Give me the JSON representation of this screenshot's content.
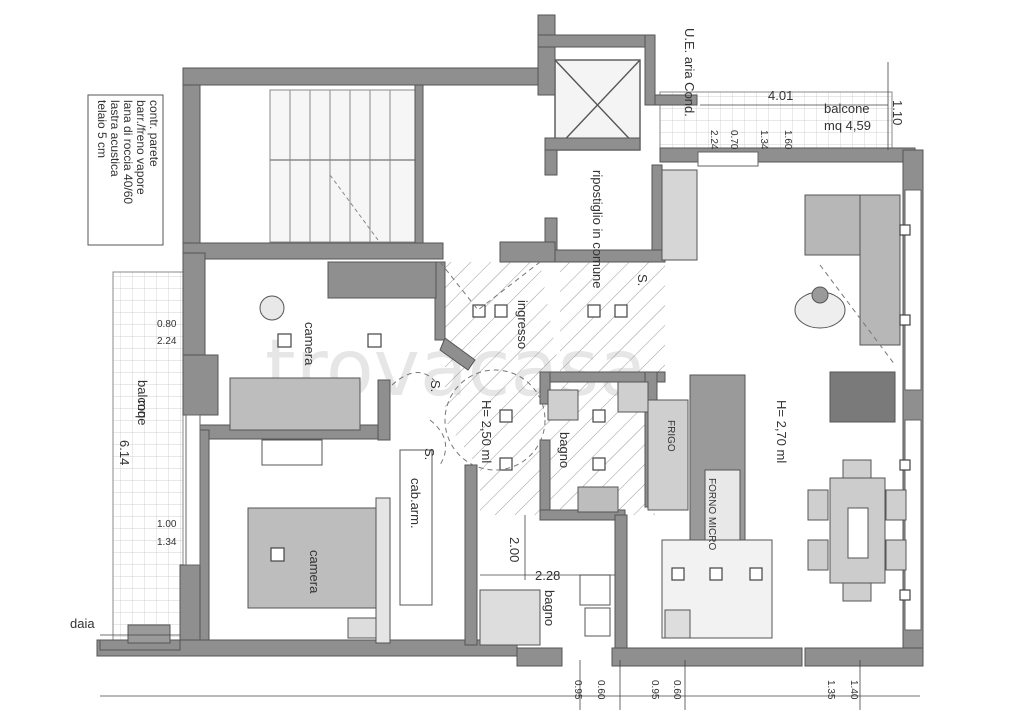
{
  "note": {
    "lines": [
      "contr. parete",
      "barr./freno vapore",
      "lana di roccia 40/60",
      "lastra acustica",
      "telaio 5 cm"
    ]
  },
  "rooms": {
    "camera_top": "camera",
    "camera_bottom": "camera",
    "ingresso": "ingresso",
    "bagno_1": "bagno",
    "bagno_2": "bagno",
    "ripostiglio": "ripostiglio in comune",
    "cab_arm": "cab.arm.",
    "balcone_left": "balcone",
    "balcone_left_mq": "mq",
    "balcone_left_area": "6.14",
    "balcone_top": "balcone",
    "balcone_top_area": "mq 4,59",
    "ue_aria": "U.E. aria Cond.",
    "height_living": "H= 2,70 ml",
    "height_ingresso": "H= 2,50 ml",
    "s1": "S.",
    "s2": "S.",
    "s3": "S.",
    "fondaia": "daia",
    "forno": "FORNO MICRO",
    "frigo": "FRIGO"
  },
  "dims": {
    "d401": "4.01",
    "d110": "1.10",
    "d224_top": "2.24",
    "d070": "0.70",
    "d134_top": "1.34",
    "d160": "1.60",
    "d080_left": "0.80",
    "d224_left": "2.24",
    "d100_left": "1.00",
    "d134_left": "1.34",
    "d200": "2.00",
    "d228": "2.28",
    "d095_a": "0.95",
    "d060_a": "0.60",
    "d095_b": "0.95",
    "d060_b": "0.60",
    "d135": "1.35",
    "d140": "1.40"
  },
  "watermark": "trovacasa",
  "colors": {
    "wall": "#8f8f8f",
    "wall_stroke": "#555555",
    "furniture": "#d8d8d8",
    "furniture_dark": "#6e6e6e"
  }
}
